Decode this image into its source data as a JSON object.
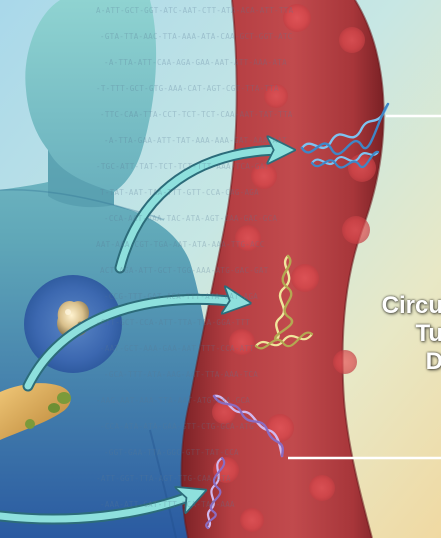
{
  "caption": {
    "line1": "Circu",
    "line2": "Tu",
    "line3": "D"
  },
  "colors": {
    "vessel": "#b33a3f",
    "cell": "#d8454a",
    "body": "#5fa7b3",
    "arrow": "#7fd8d8",
    "dna_blue": "#6fb4e8",
    "dna_yellow": "#e2d88a",
    "dna_purple": "#b89ad8",
    "liver": "#d9a95a",
    "tumor": "#e9d9a8"
  },
  "dna_background": [
    "A-ATT-GCT-GGT-ATC-AAT-CTT-ATA-ACA-ATT-TTA",
    "-GTA-TTA-AAC-TTA-AAA-ATA-CAA-GCT-GGT-ATC",
    "-A-TTA-ATT-CAA-AGA-GAA-AAT-ATT-AAA-ATA",
    "-T-TTT-GCT-GTG-AAA-CAT-AGT-CGT-TTA-TTA",
    "-TTC-CAA-TTA-CCT-TCT-TCT-CAA-AAT-TAT-TTA",
    "-A-TTA-GAA-ATT-TAT-AAA-AAA-GAT-AAA-AAT",
    "-TGC-ATT-TAT-TCT-TCT-TTT-AAA-TCA-GAT",
    "T-TAT-AAT-TAA-TTT-GTT-CCA-CAG-AGA",
    "-CCA-AAT-AAA-TAC-ATA-AGT-CAA-GAC-GCA",
    "AAT-AAA-CGT-TGA-AAT-ATA-AAA-TTG-ACC",
    "ACT-AGA-ATT-GCT-TGG-AAA-ATG-GAC-GAT",
    "-CCG-TTT-GAT-ACA-TTT-ATA-CAT-AGA",
    "-CTT-GCT-CCA-ATT-TTA-TCA-GGA-TTT",
    "-AAT-GCT-AAA-GAA-AAT-TTT-CCA-ATT",
    "-GCA-TTT-ATA-AAG-AAT-TTA-AAA-TCA",
    "-AAG-AAT-AAA-TTA-AAT-ATG-CAA-GCA",
    "-CCA-ATA-ATA-GAA-GTT-CTG-GCA-ATG",
    "-GGT-GAA-TTA-GGC-GTT-TAT-CCA",
    "-ATT-GGT-TTA-AGT-TTG-CAA-ATA",
    "-AAA-ATT-GAT-TTT-TCA-TAT-AAA"
  ]
}
